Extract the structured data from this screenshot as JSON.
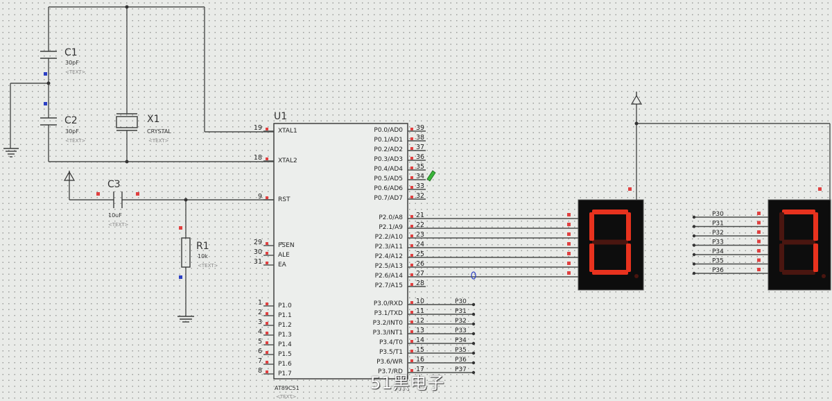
{
  "components": {
    "c1": {
      "ref": "C1",
      "value": "30pF",
      "text": "<TEXT>"
    },
    "c2": {
      "ref": "C2",
      "value": "30pF",
      "text": "<TEXT>"
    },
    "c3": {
      "ref": "C3",
      "value": "10uF",
      "text": "<TEXT>"
    },
    "x1": {
      "ref": "X1",
      "value": "CRYSTAL",
      "text": "<TEXT>"
    },
    "r1": {
      "ref": "R1",
      "value": "10k",
      "text": "<TEXT>"
    },
    "u1": {
      "ref": "U1",
      "part": "AT89C51",
      "text": "<TEXT>"
    }
  },
  "mcu_left_pins": [
    {
      "num": "19",
      "name": "XTAL1"
    },
    {
      "num": "18",
      "name": "XTAL2"
    },
    {
      "num": "9",
      "name": "RST"
    },
    {
      "num": "29",
      "name": "PSEN"
    },
    {
      "num": "30",
      "name": "ALE"
    },
    {
      "num": "31",
      "name": "EA"
    },
    {
      "num": "1",
      "name": "P1.0"
    },
    {
      "num": "2",
      "name": "P1.1"
    },
    {
      "num": "3",
      "name": "P1.2"
    },
    {
      "num": "4",
      "name": "P1.3"
    },
    {
      "num": "5",
      "name": "P1.4"
    },
    {
      "num": "6",
      "name": "P1.5"
    },
    {
      "num": "7",
      "name": "P1.6"
    },
    {
      "num": "8",
      "name": "P1.7"
    }
  ],
  "mcu_right_pins": [
    {
      "num": "39",
      "name": "P0.0/AD0"
    },
    {
      "num": "38",
      "name": "P0.1/AD1"
    },
    {
      "num": "37",
      "name": "P0.2/AD2"
    },
    {
      "num": "36",
      "name": "P0.3/AD3"
    },
    {
      "num": "35",
      "name": "P0.4/AD4"
    },
    {
      "num": "34",
      "name": "P0.5/AD5"
    },
    {
      "num": "33",
      "name": "P0.6/AD6"
    },
    {
      "num": "32",
      "name": "P0.7/AD7"
    },
    {
      "num": "21",
      "name": "P2.0/A8"
    },
    {
      "num": "22",
      "name": "P2.1/A9"
    },
    {
      "num": "23",
      "name": "P2.2/A10"
    },
    {
      "num": "24",
      "name": "P2.3/A11"
    },
    {
      "num": "25",
      "name": "P2.4/A12"
    },
    {
      "num": "26",
      "name": "P2.5/A13"
    },
    {
      "num": "27",
      "name": "P2.6/A14"
    },
    {
      "num": "28",
      "name": "P2.7/A15"
    },
    {
      "num": "10",
      "name": "P3.0/RXD"
    },
    {
      "num": "11",
      "name": "P3.1/TXD"
    },
    {
      "num": "12",
      "name": "P3.2/INT0"
    },
    {
      "num": "13",
      "name": "P3.3/INT1"
    },
    {
      "num": "14",
      "name": "P3.4/T0"
    },
    {
      "num": "15",
      "name": "P3.5/T1"
    },
    {
      "num": "16",
      "name": "P3.6/WR"
    },
    {
      "num": "17",
      "name": "P3.7/RD"
    }
  ],
  "p3_net_labels": [
    "P30",
    "P31",
    "P32",
    "P33",
    "P34",
    "P35",
    "P36",
    "P37"
  ],
  "display2_net_labels": [
    "P30",
    "P31",
    "P32",
    "P33",
    "P34",
    "P35",
    "P36"
  ],
  "displays": [
    {
      "digit": "0",
      "color": "#e8321e"
    },
    {
      "digit": "7",
      "color": "#e8321e"
    }
  ],
  "watermark": "51黑电子"
}
